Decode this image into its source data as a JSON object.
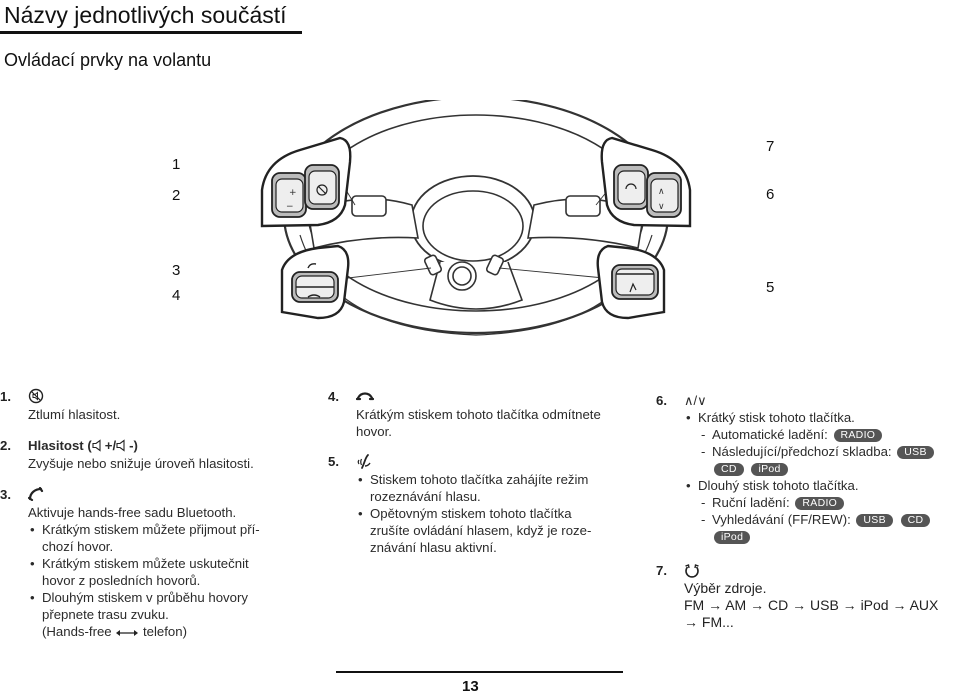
{
  "header": {
    "title": "Názvy jednotlivých součástí",
    "subtitle": "Ovládací prvky na volantu"
  },
  "callouts": [
    "1",
    "2",
    "3",
    "4",
    "5",
    "6",
    "7"
  ],
  "icons": {
    "mute": "mute-speaker-icon",
    "volume": "speaker-icon",
    "call": "phone-pickup-icon",
    "hangup": "phone-hangup-icon",
    "voice": "voice-recognition-icon",
    "source": "source-cycle-icon"
  },
  "items": {
    "i1": {
      "num": "1.",
      "text": "Ztlumí hlasitost."
    },
    "i2": {
      "num": "2.",
      "label": "Hlasitost (",
      "plus": "+/",
      "minus": "-)",
      "text": "Zvyšuje nebo snižuje úroveň hlasitosti."
    },
    "i3": {
      "num": "3.",
      "text": "Aktivuje hands-free sadu Bluetooth.",
      "b1a": "Krátkým stiskem můžete přijmout pří-",
      "b1b": "chozí hovor.",
      "b2a": "Krátkým stiskem můžete uskutečnit",
      "b2b": "hovor z posledních hovorů.",
      "b3a": "Dlouhým stiskem v průběhu hovory",
      "b3b": "přepnete trasu zvuku.",
      "b3c_start": "(Hands-free",
      "b3c_end": "telefon)"
    },
    "i4": {
      "num": "4.",
      "line1": "Krátkým stiskem tohoto tlačítka odmítnete",
      "line2": "hovor."
    },
    "i5": {
      "num": "5.",
      "b1a": "Stiskem tohoto tlačítka zahájíte režim",
      "b1b": "rozeznávání hlasu.",
      "b2a": "Opětovným stiskem tohoto tlačítka",
      "b2b": "zrušíte ovládání hlasem, když je roze-",
      "b2c": "znávání hlasu aktivní."
    },
    "i6": {
      "num": "6.",
      "symbol": "∧/∨",
      "b1": "Krátký stisk tohoto tlačítka.",
      "d1": "Automatické ladění:",
      "d2": "Následující/předchozí skladba:",
      "b2": "Dlouhý stisk tohoto tlačítka.",
      "d3": "Ruční ladění:",
      "d4": "Vyhledávání (FF/REW):"
    },
    "i7": {
      "num": "7.",
      "text": "Výběr zdroje.",
      "seq1": "FM → AM → CD → USB → iPod → AUX",
      "seq2": "→ FM..."
    }
  },
  "badges": {
    "radio": "RADIO",
    "usb": "USB",
    "cd": "CD",
    "ipod": "iPod"
  },
  "footer": {
    "page": "13"
  }
}
